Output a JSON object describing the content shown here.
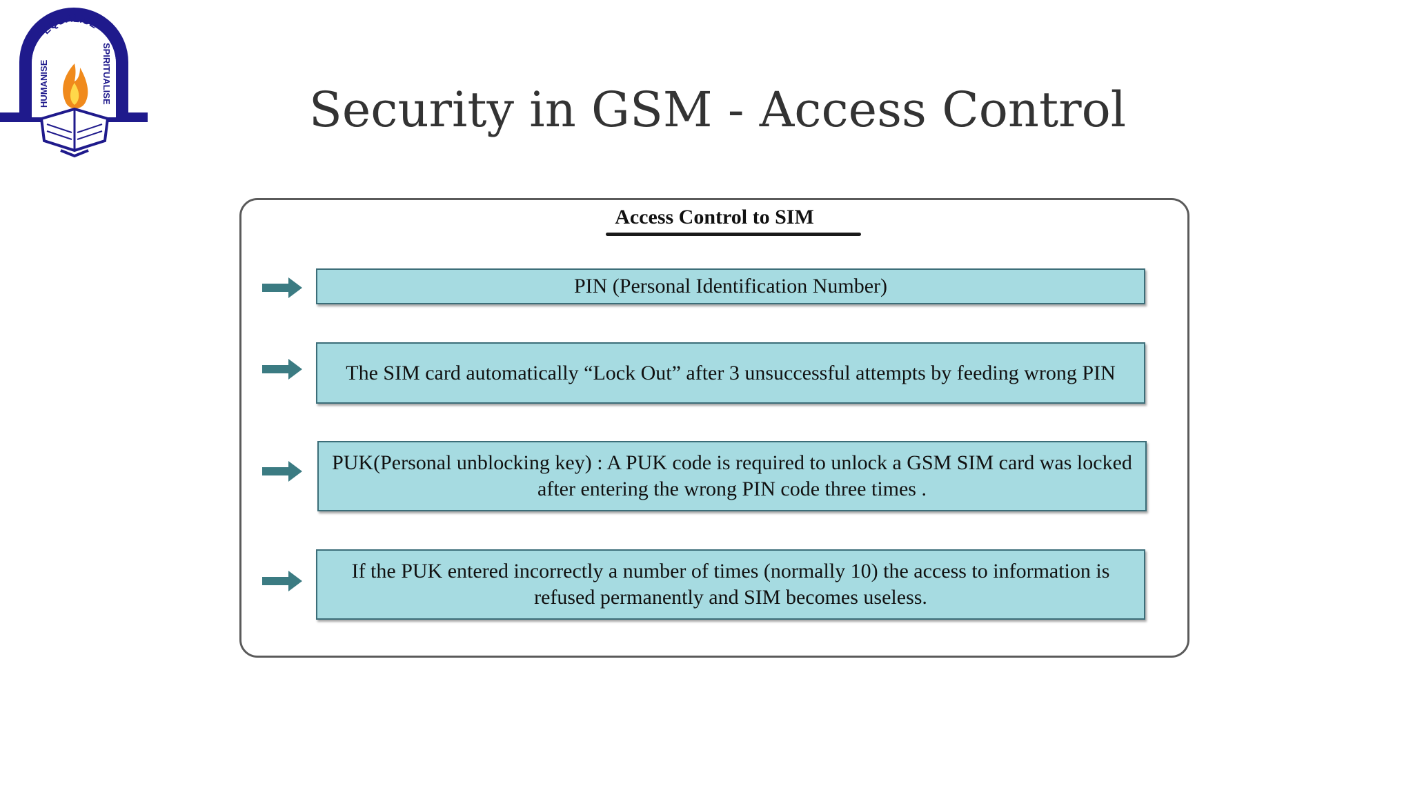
{
  "logo": {
    "top_text": "EQUALISE",
    "left_text": "HUMANISE",
    "right_text": "SPIRITUALISE",
    "colors": {
      "arch": "#1f1a8c",
      "flame_outer": "#f08a1c",
      "flame_inner": "#ffd84a"
    }
  },
  "title": "Security in GSM - Access Control",
  "diagram": {
    "heading": "Access Control to SIM",
    "box_fill": "#a6dbe1",
    "arrow_color": "#3b7b82",
    "items": [
      {
        "text": "PIN (Personal Identification Number)"
      },
      {
        "text": "The SIM card automatically “Lock Out” after 3 unsuccessful attempts by feeding wrong PIN"
      },
      {
        "text": "PUK(Personal unblocking key) : A PUK code is required to  unlock a GSM SIM card was locked after entering the wrong PIN code three times ."
      },
      {
        "text": "If the PUK entered incorrectly a number of times (normally 10) the access to information is refused permanently and SIM becomes useless."
      }
    ]
  }
}
